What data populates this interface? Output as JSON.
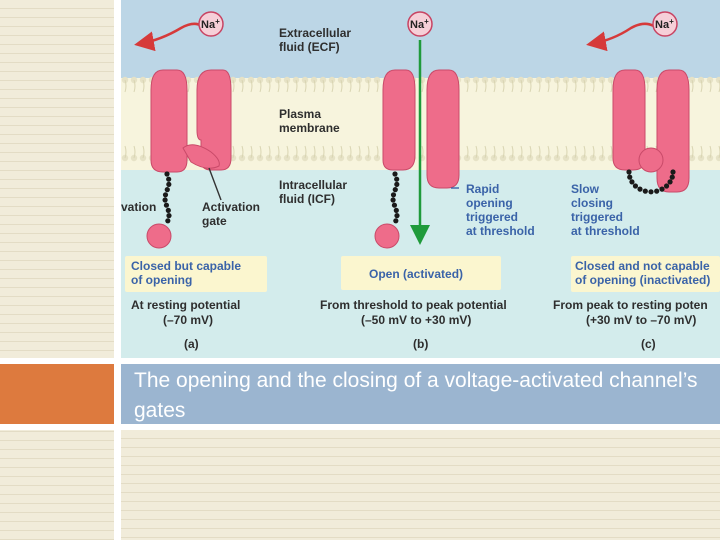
{
  "colors": {
    "extracellular": "#bcd6e6",
    "intracellular": "#d3ecec",
    "membrane": "#f7f4dd",
    "protein": "#ee6c8a",
    "label_box": "#fbf6cf",
    "arrow_red": "#d63a3a",
    "arrow_green": "#1f9a3b",
    "accent_orange": "#dd7a3e",
    "caption_band": "#9bb5d0"
  },
  "figure": {
    "ion": "Na",
    "ion_charge": "+",
    "ecf_label": [
      "Extracellular",
      "fluid (ECF)"
    ],
    "membrane_label": [
      "Plasma",
      "membrane"
    ],
    "icf_label": [
      "Intracellular",
      "fluid (ICF)"
    ],
    "activation_gate_label": [
      "Activation",
      "gate"
    ],
    "inactivation_gate_label": "vation",
    "panel_a": {
      "box_text": [
        "Closed but capable",
        "of opening"
      ],
      "potential": [
        "At resting potential",
        "(–70 mV)"
      ],
      "letter": "(a)"
    },
    "panel_b": {
      "box_text": [
        "Open (activated)"
      ],
      "note": [
        "Rapid",
        "opening",
        "triggered",
        "at threshold"
      ],
      "potential": [
        "From threshold to peak potential",
        "(–50 mV to +30 mV)"
      ],
      "letter": "(b)"
    },
    "panel_c": {
      "box_text": [
        "Closed and not capable",
        "of opening (inactivated)"
      ],
      "note": [
        "Slow",
        "closing",
        "triggered",
        "at threshold"
      ],
      "potential": [
        "From peak to resting poten",
        "(+30 mV to –70 mV)"
      ],
      "letter": "(c)"
    }
  },
  "caption": "The opening and the closing of a voltage-activated channel’s gates"
}
